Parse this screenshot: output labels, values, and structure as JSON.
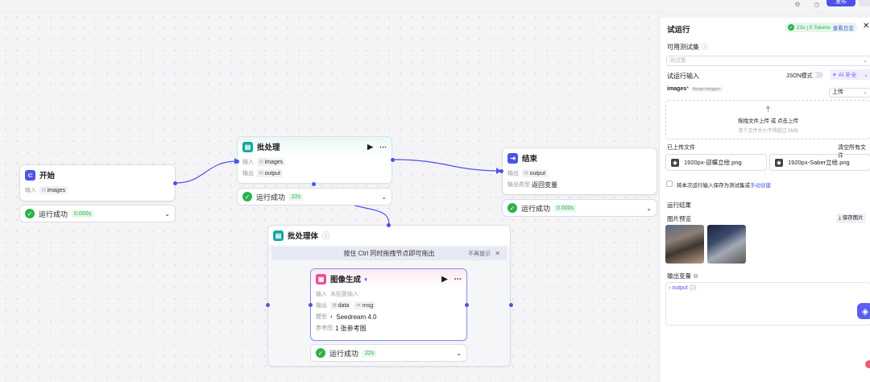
{
  "topbar": {
    "publish_label": "发布"
  },
  "nodes": {
    "start": {
      "title": "开始",
      "input_label": "输入",
      "input_var": "images",
      "status": "运行成功",
      "time": "0.000s"
    },
    "batch": {
      "title": "批处理",
      "input_label": "输入",
      "input_var": "images",
      "output_label": "输出",
      "output_var": "output",
      "status": "运行成功",
      "time": "22s"
    },
    "end": {
      "title": "结束",
      "output_label": "输出",
      "output_var": "output",
      "type_label": "输出类型",
      "type_value": "返回变量",
      "status": "运行成功",
      "time": "0.000s"
    },
    "batch_body": {
      "title": "批处理体",
      "hint": "按住 Ctrl 同时拖拽节点即可拖出",
      "dismiss": "不再提示"
    },
    "image_gen": {
      "title": "图像生成",
      "input_label": "输入",
      "input_value": "未配置输入",
      "output_label": "输出",
      "out1": "data",
      "out2": "msg",
      "model_label": "模型",
      "model_value": "Seedream 4.0",
      "ref_label": "参考图",
      "ref_value": "1 张参考图",
      "status": "运行成功",
      "time": "22s"
    }
  },
  "panel": {
    "title": "试运行",
    "run_badge": "23s | 0 Tokens",
    "view_log": "查看日志",
    "testset_label": "可用测试集",
    "testset_placeholder": "测试集",
    "input_title": "试运行输入",
    "json_mode": "JSON模式",
    "ai_fill": "AI 补全",
    "images_label": "images",
    "images_type": "Array<Image>",
    "upload_select": "上传",
    "upload_text": "拖拽文件上传 或 点击上传",
    "upload_hint": "单个文件大小不得超过 5MB",
    "uploaded_label": "已上传文件",
    "clear_all": "清空所有文件",
    "files": [
      "1920px-迎蝶立绘.png",
      "1920px-Saber立绘.png"
    ],
    "save_checkbox": "将本次运行输入保存为测试集或",
    "manual_create": "手动创建",
    "result_title": "运行结果",
    "image_preview": "图片预览",
    "save_image": "保存图片",
    "output_vars": "输出变量",
    "output_tree": "output",
    "output_count": "(2)"
  },
  "colors": {
    "accent": "#4d53e8",
    "success": "#2bb24c",
    "batch_icon": "#14a89c",
    "imggen_icon": "#e84c9a"
  }
}
